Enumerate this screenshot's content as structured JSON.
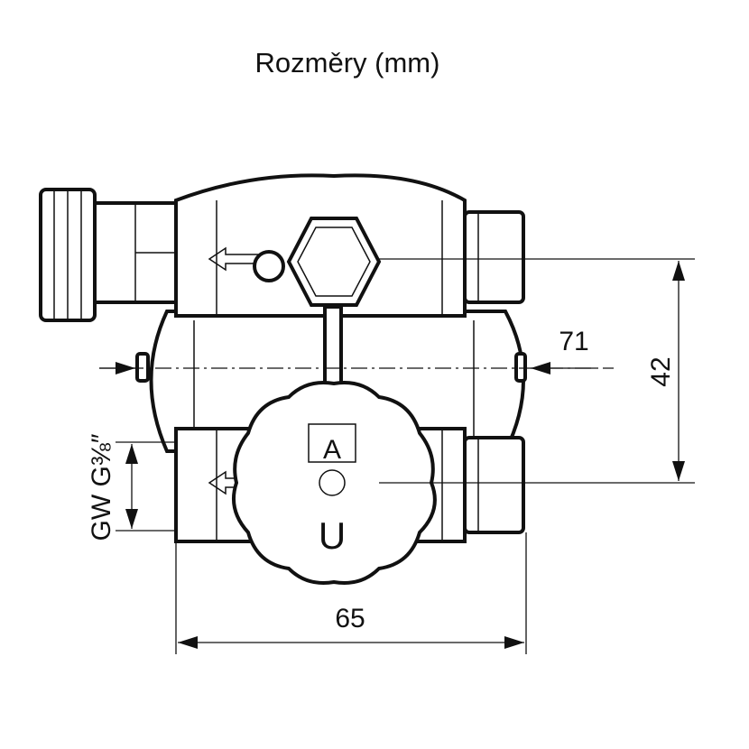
{
  "title": "Rozměry (mm)",
  "dimensions": {
    "height_between_ports": "42",
    "depth": "71",
    "width": "65",
    "thread": "GW G⅜″"
  },
  "symbols": {
    "knob_top": "A",
    "knob_bottom": "U"
  }
}
